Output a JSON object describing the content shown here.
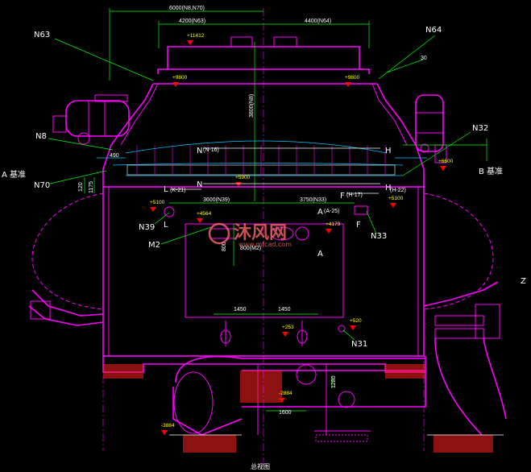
{
  "nozzles": {
    "n63": "N63",
    "n64": "N64",
    "n8": "N8",
    "n32": "N32",
    "n70": "N70",
    "n39": "N39",
    "m2": "M2",
    "n33": "N33",
    "n31": "N31"
  },
  "sides": {
    "a_side": "A 基准",
    "b_side": "B 基准",
    "z": "Z"
  },
  "dimensions": {
    "top_total": "6000(N8,N70)",
    "top_left": "4200(N63)",
    "top_right": "4400(N64)",
    "right_30": "30",
    "height_main": "3800(N8)",
    "n39_dist": "3600(N39)",
    "n33_dist": "3750(N33)",
    "manhole_w": "800",
    "manhole_dim": "800(M2)",
    "left_h1": "120",
    "left_h2": "1175",
    "left_490": "490",
    "bottom_1450a": "1450",
    "bottom_1450b": "1450",
    "bottom_1600": "1600",
    "bottom_1280": "1280"
  },
  "elevations": {
    "top": "+11412",
    "left_flange": "+9800",
    "right_flange": "+9800",
    "right_6600": "+6600",
    "mid_5900": "+5900",
    "left_5100": "+5100",
    "right_5100": "+5100",
    "m2_4564": "+4564",
    "a_4179": "+4179",
    "n31_520": "+520",
    "bottom_253": "+253",
    "bottom_2884": "-2884",
    "far_left_3884": "-3884"
  },
  "section_marks": {
    "n_top": "N",
    "n_top_ref": "(N-16)",
    "n_bottom": "N",
    "h_top": "H",
    "h_bottom": "H",
    "l_top": "L",
    "l_ref": "(K-21)",
    "l_bottom": "L",
    "f_top": "F",
    "f_ref": "(H-17)",
    "f_bottom": "F",
    "a_top": "A",
    "a_ref": "(A-25)",
    "a_bottom": "A",
    "ref_422": "(H-22)"
  },
  "watermark": {
    "brand": "沐风网",
    "url": "www.mfcad.com"
  },
  "footer": {
    "title": "总视图"
  },
  "colors": {
    "vessel": "#ff00ff",
    "dimension": "#00ff00",
    "cyan": "#00c8ff",
    "elevation_marker": "#ff0000",
    "hatch": "#ff2020",
    "background": "#000000"
  }
}
